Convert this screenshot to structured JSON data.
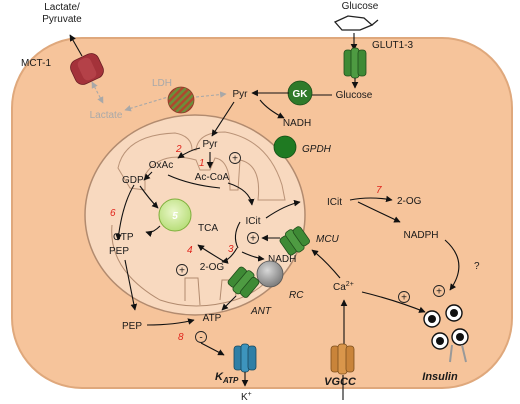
{
  "colors": {
    "cell_fill": "#f6c49b",
    "cell_border": "#dfa87c",
    "mito_fill": "#f8d9bf",
    "transporter_green": "#3e8a35",
    "mct_red": "#a4323a",
    "katp_blue": "#2f7fa6",
    "vgcc_orange": "#c9843a",
    "step_number_red": "#e0241b"
  },
  "labels": {
    "glucose_out": "Glucose",
    "glut": "GLUT1-3",
    "lactate_pyruvate": "Lactate/\nPyruvate",
    "mct1": "MCT-1",
    "ldh": "LDH",
    "lactate": "Lactate",
    "pyr_cyto": "Pyr",
    "gk": "GK",
    "glucose_in": "Glucose",
    "nadh_cyto": "NADH",
    "gpdh": "GPDH",
    "pyr_mito": "Pyr",
    "plus_pc": "+",
    "oxac": "OxAc",
    "accoa": "Ac-CoA",
    "gdp": "GDP",
    "gtp": "GTP",
    "tca": "TCA",
    "icit_mito": "ICit",
    "plus_mcu": "+",
    "nadh_mito": "NADH",
    "two_og_mito": "2-OG",
    "plus_og": "+",
    "pep_mito": "PEP",
    "mcu": "MCU",
    "rc": "RC",
    "ant": "ANT",
    "atp": "ATP",
    "minus_atp": "-",
    "pep_cyto": "PEP",
    "icit_cyto": "ICit",
    "two_og_cyto": "2-OG",
    "nadph": "NADPH",
    "question": "?",
    "ca": "Ca",
    "ca_sup": "2+",
    "plus_ca": "+",
    "plus_nadph": "+",
    "katp": "K",
    "katp_sub": "ATP",
    "k_ion": "K",
    "k_sup": "+",
    "vgcc": "VGCC",
    "insulin": "Insulin"
  },
  "icons": {
    "glucose": "glucose-ring-icon",
    "glut": "glut-transporter-icon",
    "mct1": "mct1-transporter-icon",
    "ldh": "ldh-enzyme-icon",
    "gk": "gk-enzyme-icon",
    "gpdh": "gpdh-enzyme-icon",
    "tca_cycle": "tca-cycle-icon",
    "mcu": "mcu-channel-icon",
    "rc": "respiratory-chain-icon",
    "ant": "ant-transporter-icon",
    "katp": "katp-channel-icon",
    "vgcc": "vgcc-channel-icon",
    "insulin_granule": "insulin-granule-icon"
  },
  "steps": [
    {
      "id": "1",
      "label": "1"
    },
    {
      "id": "2",
      "label": "2"
    },
    {
      "id": "3",
      "label": "3"
    },
    {
      "id": "4",
      "label": "4"
    },
    {
      "id": "5",
      "label": "5"
    },
    {
      "id": "6",
      "label": "6"
    },
    {
      "id": "7",
      "label": "7"
    },
    {
      "id": "8",
      "label": "8"
    }
  ]
}
